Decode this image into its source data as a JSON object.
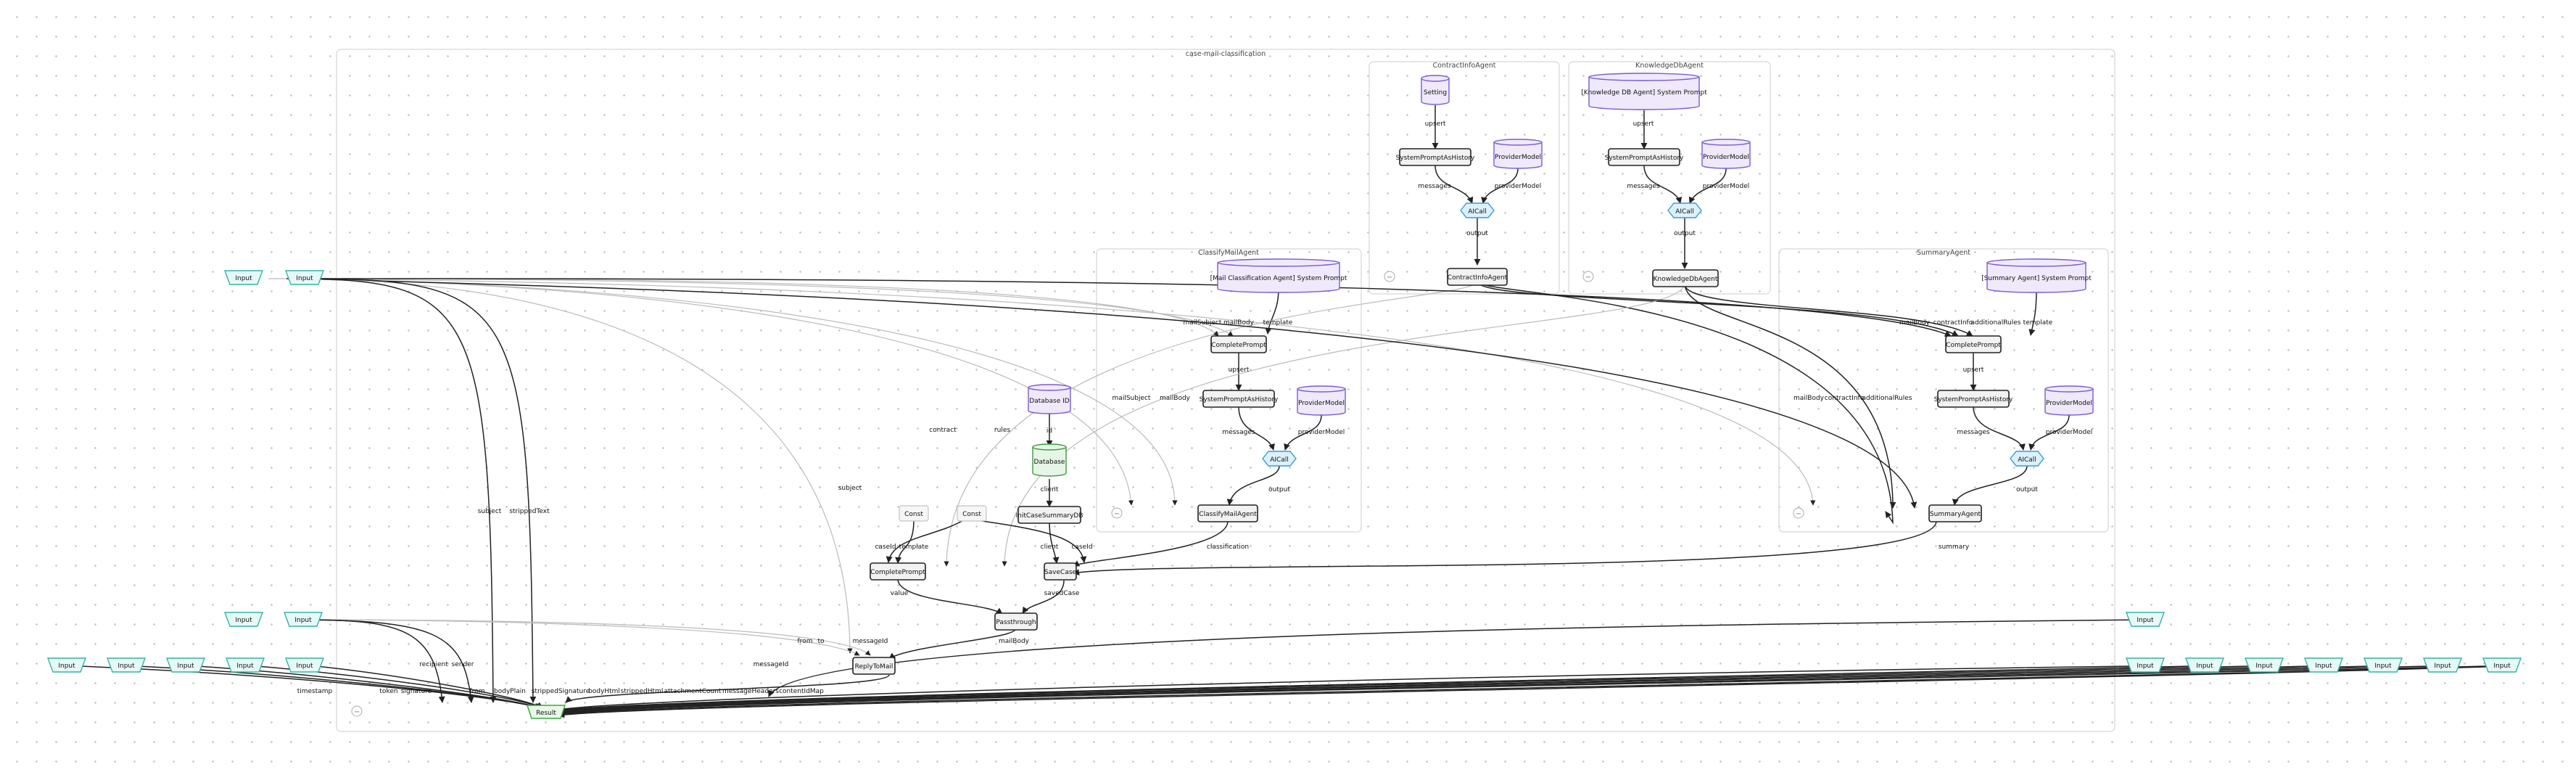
{
  "groups": {
    "main": "case-mail-classification",
    "contract": "ContractInfoAgent",
    "knowledge": "KnowledgeDbAgent",
    "classify": "ClassifyMailAgent",
    "summary": "SummaryAgent"
  },
  "nodes": {
    "setting": "Setting",
    "sph_contract": "SystemPromptAsHistory",
    "pm_contract": "ProviderModel",
    "ai_contract": "AICall",
    "contract_agent": "ContractInfoAgent",
    "kb_prompt": "[Knowledge DB Agent] System Prompt",
    "sph_kb": "SystemPromptAsHistory",
    "pm_kb": "ProviderModel",
    "ai_kb": "AICall",
    "kb_agent": "KnowledgeDbAgent",
    "cls_prompt": "[Mail Classification Agent] System Prompt",
    "cls_complete": "CompletePrompt",
    "sph_cls": "SystemPromptAsHistory",
    "pm_cls": "ProviderModel",
    "ai_cls": "AICall",
    "cls_agent": "ClassifyMailAgent",
    "sum_prompt": "[Summary Agent] System Prompt",
    "sum_complete": "CompletePrompt",
    "sph_sum": "SystemPromptAsHistory",
    "pm_sum": "ProviderModel",
    "ai_sum": "AICall",
    "sum_agent": "SummaryAgent",
    "db_id": "Database ID",
    "database": "Database",
    "init_case": "InitCaseSummaryDB",
    "const1": "Const",
    "const2": "Const",
    "complete_prompt": "CompletePrompt",
    "save_case": "SaveCase",
    "passthrough": "Passthrough",
    "reply": "ReplyToMail",
    "result": "Result",
    "input": "Input",
    "collapse": "−"
  },
  "edge_labels": {
    "upsert": "upsert",
    "messages": "messages",
    "providerModel": "providerModel",
    "output": "output",
    "mailSubject": "mailSubject",
    "mailBody": "mailBody",
    "template": "template",
    "contractInfo": "contractInfo",
    "additionalRules": "additionalRules",
    "id": "id",
    "client": "client",
    "contract": "contract",
    "rules": "rules",
    "subject": "subject",
    "strippedText": "strippedText",
    "caseId": "caseId",
    "classification": "classification",
    "summary": "summary",
    "value": "value",
    "savedCase": "savedCase",
    "from": "from",
    "to": "to",
    "messageId": "messageId",
    "mailBody2": "mailBody",
    "recipient": "recipient",
    "sender": "sender",
    "timestamp": "timestamp",
    "token": "token",
    "signature": "signature",
    "from2": "from",
    "bodyPlain": "bodyPlain",
    "strippedSignature": "strippedSignature",
    "bodyHtml": "bodyHtml",
    "strippedHtml": "strippedHtml",
    "attachmentCount": "attachmentCount",
    "messageHeaders": "messageHeaders",
    "contentIdMap": "contentIdMap"
  }
}
